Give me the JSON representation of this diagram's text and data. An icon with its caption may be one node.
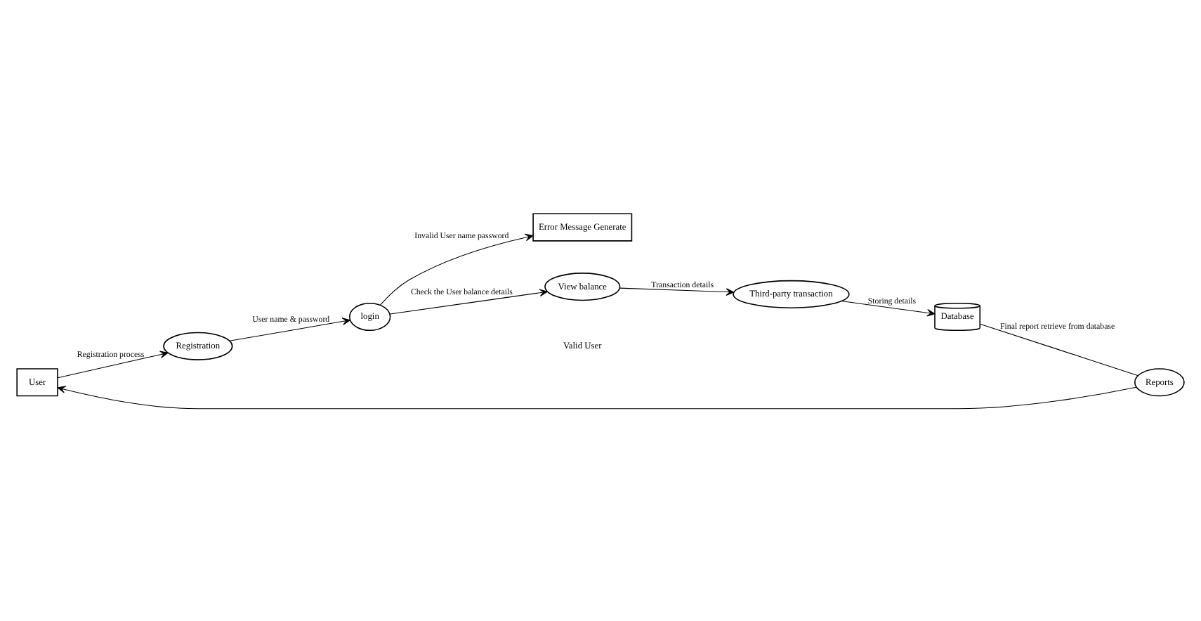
{
  "diagram": {
    "nodes": [
      {
        "text": [
          "User"
        ]
      },
      {
        "text": [
          "Registration"
        ]
      },
      {
        "text": [
          "login"
        ]
      },
      {
        "text": [
          "Error Message Generate"
        ]
      },
      {
        "text": [
          "View balance"
        ]
      },
      {
        "text": [
          "Third-party transaction"
        ]
      },
      {
        "text": [
          "Database"
        ]
      },
      {
        "text": [
          "Reports"
        ]
      }
    ],
    "edges": [
      {
        "from": 0,
        "to": 1,
        "arrow": "to",
        "label": "Registration process"
      },
      {
        "from": 1,
        "to": 2,
        "arrow": "to",
        "label": "User name & password"
      },
      {
        "from": 2,
        "to": 3,
        "arrow": "to",
        "label": "Invalid User name password"
      },
      {
        "from": 2,
        "to": 4,
        "arrow": "to",
        "label": "Check the User balance details"
      },
      {
        "from": 4,
        "to": 5,
        "arrow": "to",
        "label": "Transaction details"
      },
      {
        "from": 5,
        "to": 6,
        "arrow": "to",
        "label": "Storing details"
      },
      {
        "from": 6,
        "to": 7,
        "arrow": "none",
        "label": "Final report retrieve from database"
      },
      {
        "from": 7,
        "to": 0,
        "arrow": "to"
      }
    ],
    "labels": [
      "Valid User"
    ]
  }
}
